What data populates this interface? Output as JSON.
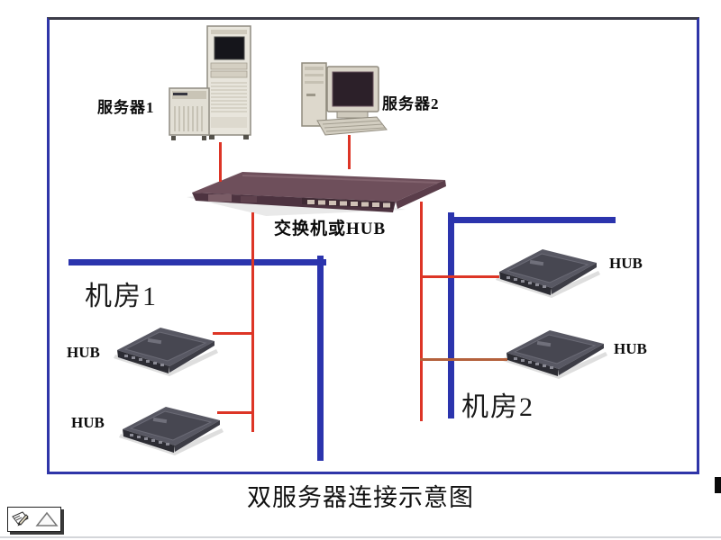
{
  "slide": {
    "title": "双服务器连接示意图",
    "servers": {
      "server1": {
        "label": "服务器1",
        "device": "tower-server"
      },
      "server2": {
        "label": "服务器2",
        "device": "desktop-computer"
      }
    },
    "switch": {
      "label": "交换机或HUB",
      "device": "network-switch"
    },
    "rooms": {
      "room1": {
        "label": "机房1",
        "hubs": [
          {
            "label": "HUB"
          },
          {
            "label": "HUB"
          }
        ]
      },
      "room2": {
        "label": "机房2",
        "hubs": [
          {
            "label": "HUB"
          },
          {
            "label": "HUB"
          }
        ]
      }
    },
    "colors": {
      "border_blue": "#2f35a8",
      "backbone_blue": "#2b34ad",
      "cable_red": "#dd3526",
      "cable_red_dark": "#b4613c",
      "switch_body": "#6e4f5b",
      "hub_body": "#474751",
      "server_body": "#e6e3da"
    },
    "toolbar_icons": [
      {
        "name": "pen-icon"
      },
      {
        "name": "triangle-pointer-icon"
      }
    ]
  }
}
